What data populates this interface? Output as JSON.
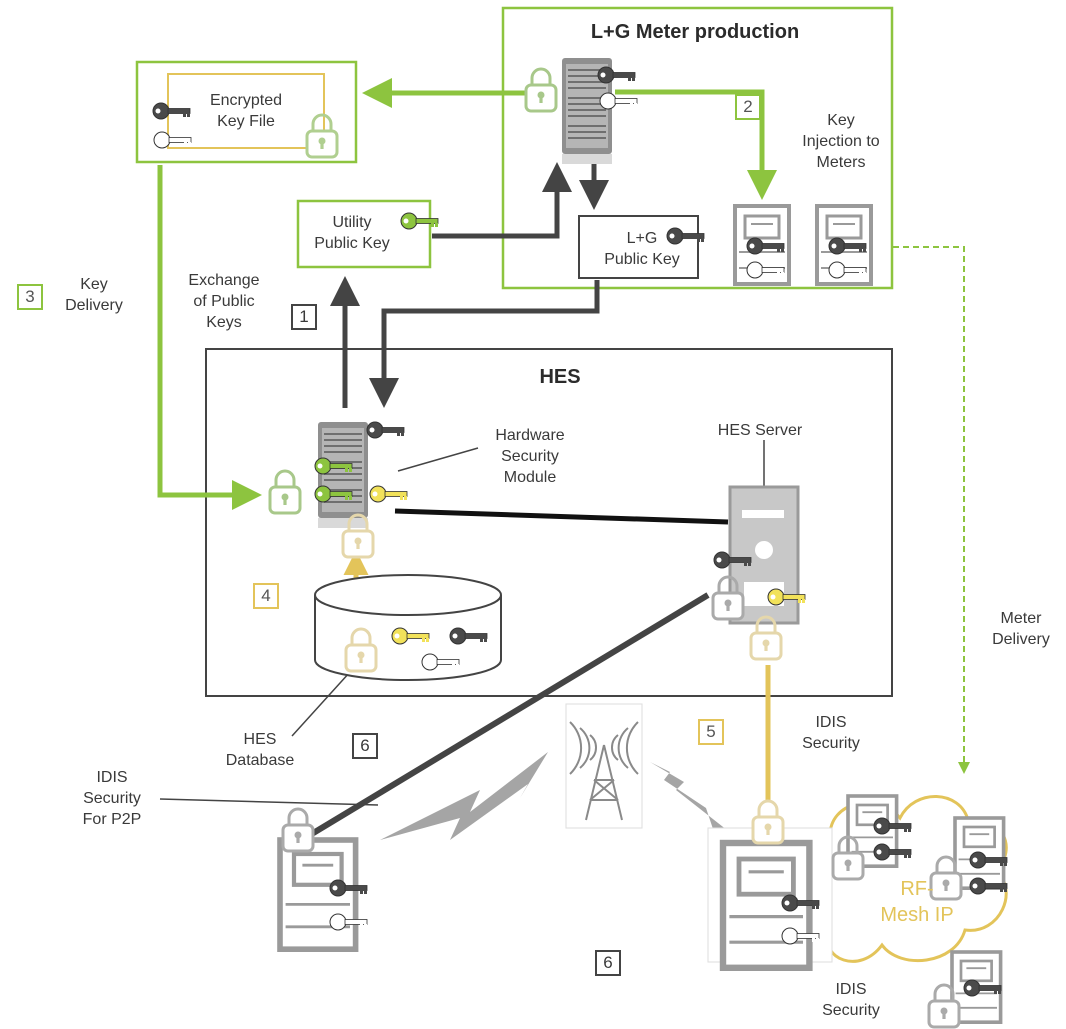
{
  "production": {
    "title": "L+G Meter production"
  },
  "encrypted_file": {
    "label": "Encrypted\nKey File"
  },
  "utility_key": {
    "label": "Utility\nPublic Key"
  },
  "lg_key": {
    "label": "L+G\nPublic Key"
  },
  "key_injection": {
    "label": "Key\nInjection to\nMeters"
  },
  "key_delivery": {
    "label": "Key\nDelivery"
  },
  "exchange": {
    "label": "Exchange\nof Public\nKeys"
  },
  "hes": {
    "title": "HES"
  },
  "hsm": {
    "label": "Hardware\nSecurity\nModule"
  },
  "hes_server": {
    "label": "HES Server"
  },
  "hes_database": {
    "label": "HES\nDatabase"
  },
  "idis_security": {
    "label": "IDIS\nSecurity"
  },
  "idis_p2p": {
    "label": "IDIS\nSecurity\nFor P2P"
  },
  "idis_security_bottom": {
    "label": "IDIS\nSecurity"
  },
  "meter_delivery": {
    "label": "Meter\nDelivery"
  },
  "rf_mesh": {
    "label": "RF-\nMesh IP"
  },
  "steps": {
    "s1": "1",
    "s2": "2",
    "s3": "3",
    "s4": "4",
    "s5": "5",
    "s6a": "6",
    "s6b": "6"
  },
  "colors": {
    "green": "#8dc43f",
    "yellow": "#e3c45a",
    "dark": "#444444",
    "gray": "#9a9a9a"
  }
}
